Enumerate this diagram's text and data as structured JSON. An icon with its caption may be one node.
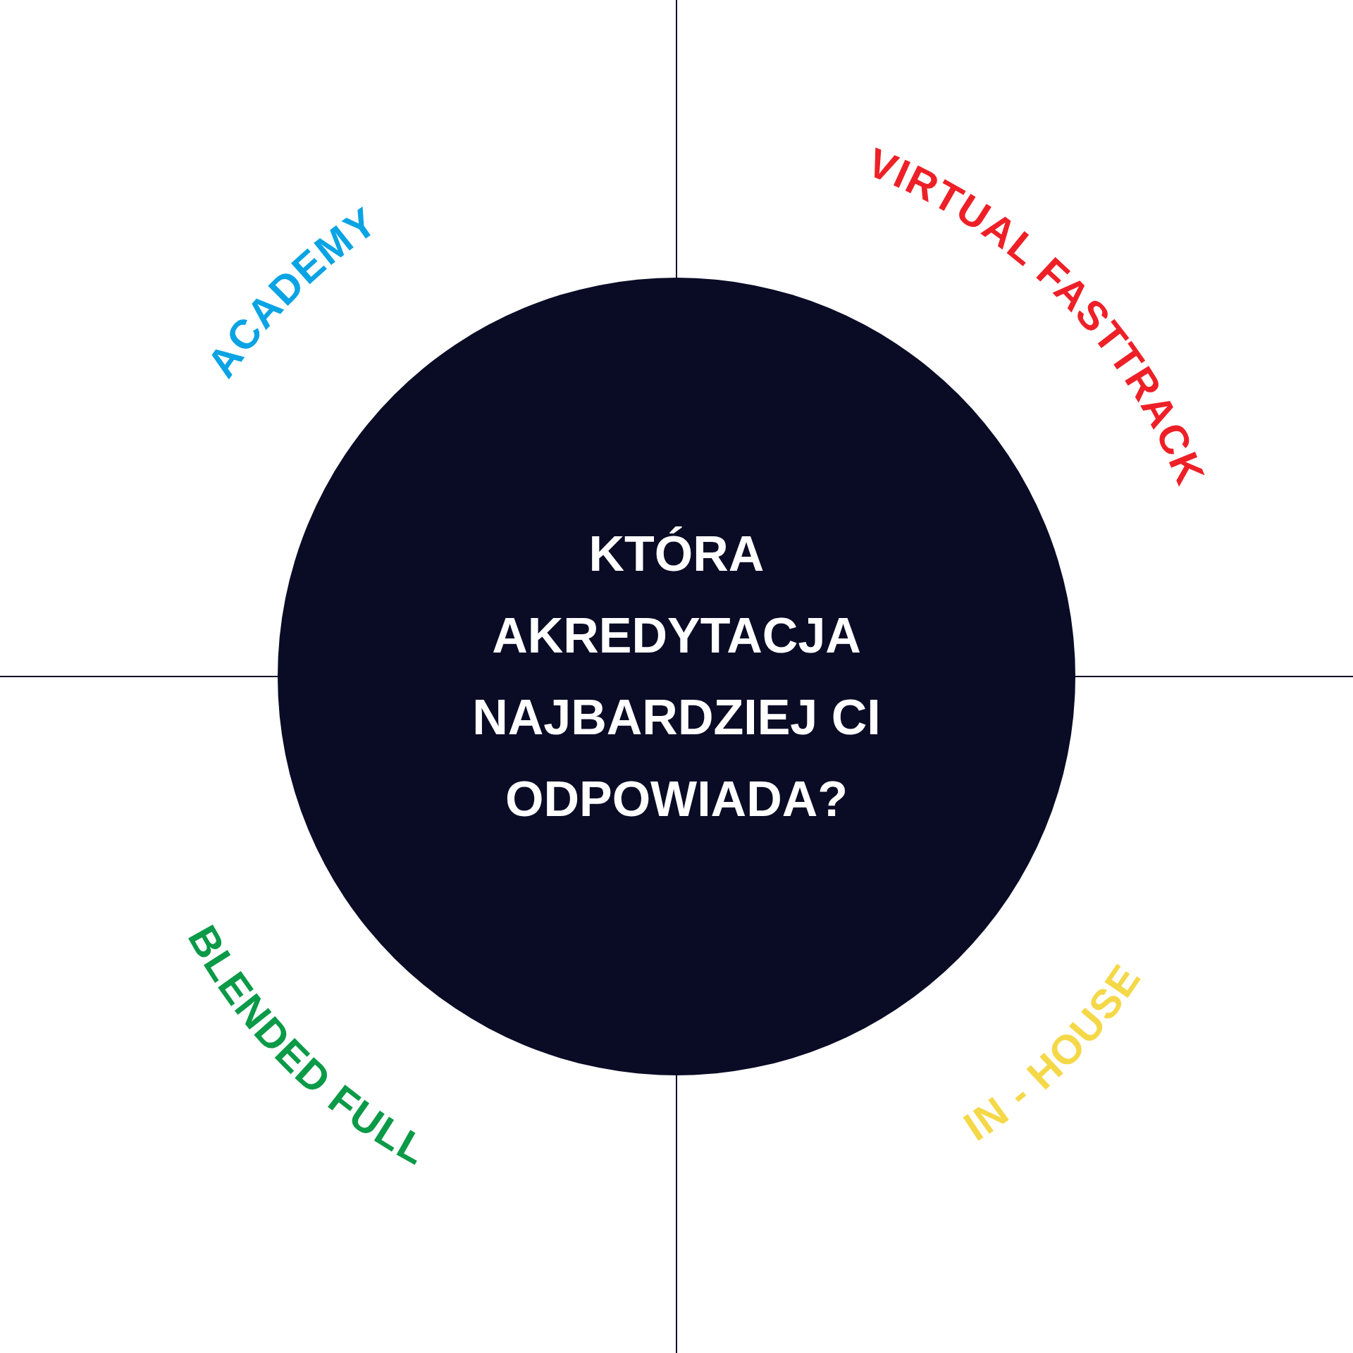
{
  "diagram": {
    "nodes": [
      {
        "text": [
          "KTÓRA AKREDYTACJA NAJBARDZIEJ CI ODPOWIADA?"
        ]
      }
    ],
    "labels": [
      "ACADEMY",
      "VIRTUAL FASTTRACK",
      "BLENDED FULL",
      "IN - HOUSE"
    ]
  }
}
